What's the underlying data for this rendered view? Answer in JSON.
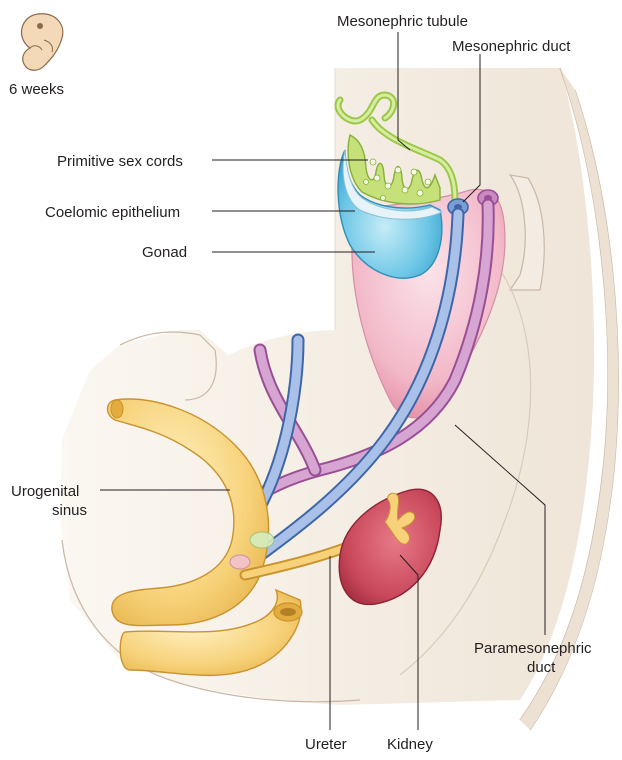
{
  "stage_label": "6 weeks",
  "labels": {
    "mesonephric_tubule": "Mesonephric tubule",
    "mesonephric_duct": "Mesonephric duct",
    "primitive_sex_cords": "Primitive sex cords",
    "coelomic_epithelium": "Coelomic epithelium",
    "gonad": "Gonad",
    "urogenital_sinus_1": "Urogenital",
    "urogenital_sinus_2": "sinus",
    "paramesonephric_duct_1": "Paramesonephric",
    "paramesonephric_duct_2": "duct",
    "ureter": "Ureter",
    "kidney": "Kidney"
  },
  "colors": {
    "body_wall": "#f5efe6",
    "body_outline": "#c9b8a6",
    "gonad": "#6cc6e6",
    "sex_cords": "#c6e07a",
    "mesonephric_duct": "#7a9fd4",
    "paramesonephric_duct": "#c98ac4",
    "mesonephric_ridge": "#f2b8c8",
    "sinus": "#f7d27a",
    "kidney": "#c8475a"
  }
}
